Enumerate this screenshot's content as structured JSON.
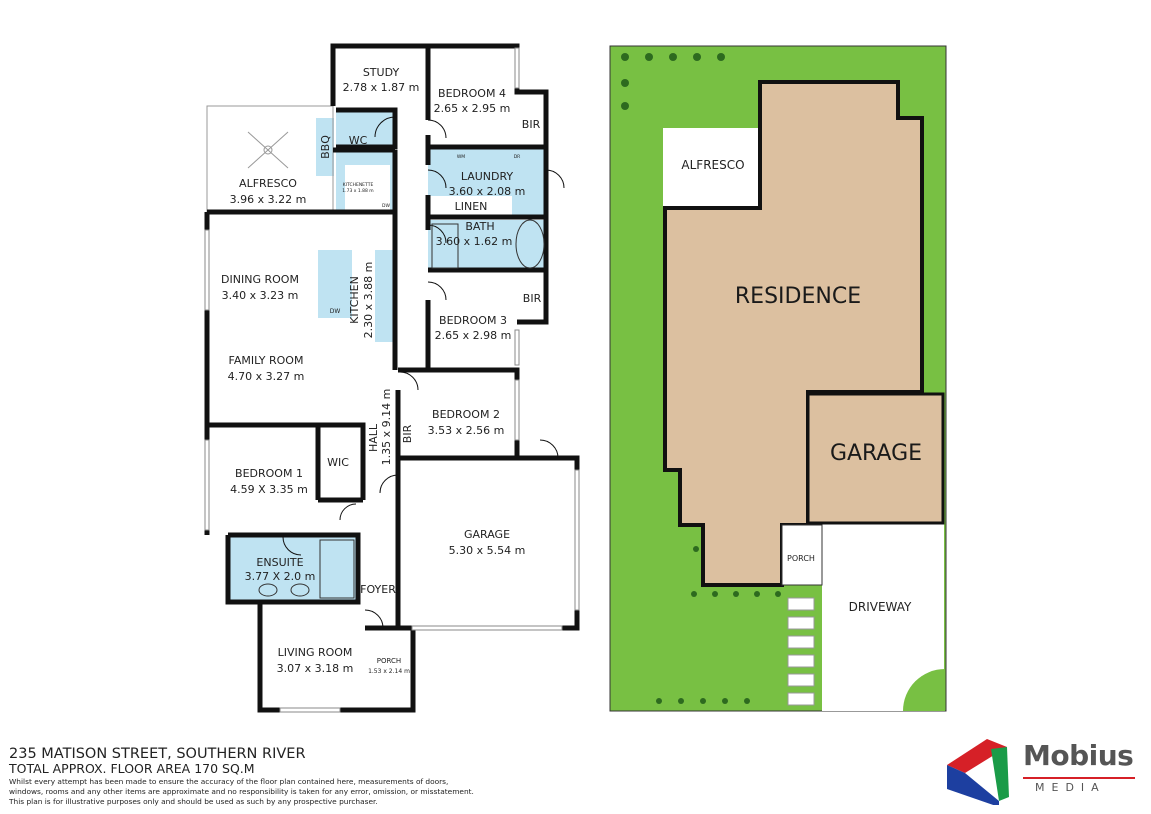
{
  "floor_plan": {
    "rooms": {
      "alfresco": {
        "name": "ALFRESCO",
        "size": "3.96 x 3.22 m"
      },
      "study": {
        "name": "STUDY",
        "size": "2.78 x 1.87 m"
      },
      "bedroom4": {
        "name": "BEDROOM 4",
        "size": "2.65 x 2.95 m"
      },
      "bir4": {
        "name": "BIR"
      },
      "wc": {
        "name": "WC"
      },
      "bbq": {
        "name": "BBQ"
      },
      "kitchenette": {
        "name": "KITCHENETTE",
        "size": "1.73 x 1.88 m"
      },
      "laundry": {
        "name": "LAUNDRY",
        "size": "3.60 x 2.08 m"
      },
      "linen": {
        "name": "LINEN"
      },
      "bath": {
        "name": "BATH",
        "size": "3.60 x 1.62 m"
      },
      "dining": {
        "name": "DINING ROOM",
        "size": "3.40 x 3.23 m"
      },
      "kitchen": {
        "name": "KITCHEN",
        "size": "2.30 x 3.88 m"
      },
      "bedroom3": {
        "name": "BEDROOM 3",
        "size": "2.65 x 2.98 m"
      },
      "bir3": {
        "name": "BIR"
      },
      "family": {
        "name": "FAMILY ROOM",
        "size": "4.70 x 3.27 m"
      },
      "hall": {
        "name": "HALL",
        "size": "1.35 x 9.14 m"
      },
      "bedroom2": {
        "name": "BEDROOM 2",
        "size": "3.53 x 2.56 m"
      },
      "bir2": {
        "name": "BIR"
      },
      "bedroom1": {
        "name": "BEDROOM 1",
        "size": "4.59 X 3.35 m"
      },
      "wic": {
        "name": "WIC"
      },
      "garage": {
        "name": "GARAGE",
        "size": "5.30 x  5.54 m"
      },
      "ensuite": {
        "name": "ENSUITE",
        "size": "3.77 X 2.0 m"
      },
      "foyer": {
        "name": "FOYER"
      },
      "living": {
        "name": "LIVING ROOM",
        "size": "3.07 x 3.18  m"
      },
      "porch": {
        "name": "PORCH",
        "size": "1.53 x 2.14 m"
      }
    },
    "fixtures": {
      "wm": "WM",
      "dr": "DR",
      "dw1": "DW",
      "dw2": "DW"
    }
  },
  "site_plan": {
    "alfresco": "ALFRESCO",
    "residence": "RESIDENCE",
    "garage": "GARAGE",
    "porch": "PORCH",
    "driveway": "DRIVEWAY"
  },
  "footer": {
    "address": "235 MATISON STREET, SOUTHERN RIVER",
    "area": "TOTAL APPROX. FLOOR AREA 170 SQ.M",
    "disclaimer": [
      "Whilst every attempt has been made to ensure the accuracy of the floor plan contained here, measurements of doors,",
      "windows, rooms and any other items are approximate and no responsibility is taken for any error, omission, or misstatement.",
      "This plan is for illustrative purposes only and should be used as such by any prospective purchaser."
    ]
  },
  "logo": {
    "word": "Mobius",
    "sub": "MEDIA"
  },
  "colors": {
    "wet": "#bfe3f2",
    "lawn": "#78c043",
    "residence": "#dcc0a0",
    "wall": "#111111",
    "logo_red": "#d62027",
    "logo_green": "#1a9b48",
    "logo_blue": "#1d3fa0"
  }
}
